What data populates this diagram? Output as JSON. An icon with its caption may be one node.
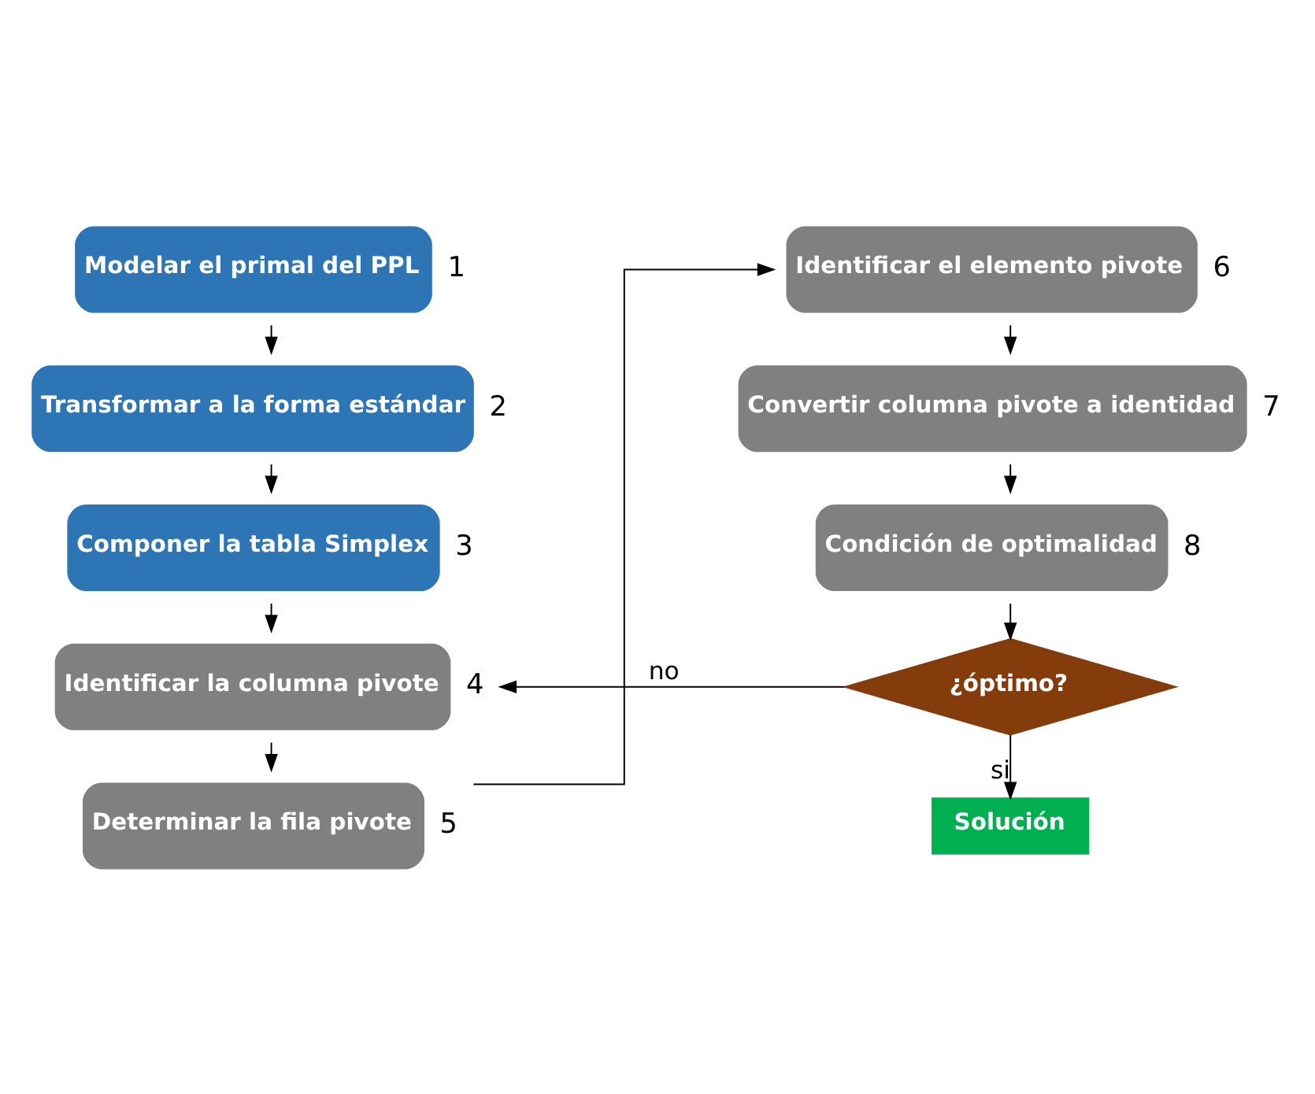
{
  "diagram": {
    "nodes": [
      {
        "text": [
          "Modelar el primal del PPL"
        ],
        "beside": [
          "1"
        ]
      },
      {
        "text": [
          "Transformar a la forma estándar"
        ],
        "beside": [
          "2"
        ]
      },
      {
        "text": [
          "Componer la tabla Simplex"
        ],
        "beside": [
          "3"
        ]
      },
      {
        "text": [
          "Identificar la columna pivote"
        ],
        "beside": [
          "4"
        ]
      },
      {
        "text": [
          "Determinar la fila pivote"
        ],
        "beside": [
          "5"
        ]
      },
      {
        "text": [
          "Identificar el elemento pivote"
        ],
        "beside": [
          "6"
        ]
      },
      {
        "text": [
          "Convertir columna pivote a identidad"
        ],
        "beside": [
          "7"
        ]
      },
      {
        "text": [
          "Condición de optimalidad"
        ],
        "beside": [
          "8"
        ]
      },
      {
        "text": [
          "¿óptimo?"
        ]
      },
      {
        "text": [
          "Solución"
        ]
      }
    ],
    "edges": [
      {
        "from": 0,
        "to": 1,
        "arrow": "to"
      },
      {
        "from": 1,
        "to": 2,
        "arrow": "to"
      },
      {
        "from": 2,
        "to": 3,
        "arrow": "to"
      },
      {
        "from": 3,
        "to": 4,
        "arrow": "to"
      },
      {
        "from": 4,
        "to": 5,
        "arrow": "to"
      },
      {
        "from": 5,
        "to": 6,
        "arrow": "to"
      },
      {
        "from": 6,
        "to": 7,
        "arrow": "to"
      },
      {
        "from": 7,
        "to": 8,
        "arrow": "to"
      },
      {
        "from": 8,
        "to": 9,
        "arrow": "to",
        "label": "si"
      },
      {
        "from": 8,
        "to": 3,
        "arrow": "to",
        "label": "no"
      }
    ]
  }
}
